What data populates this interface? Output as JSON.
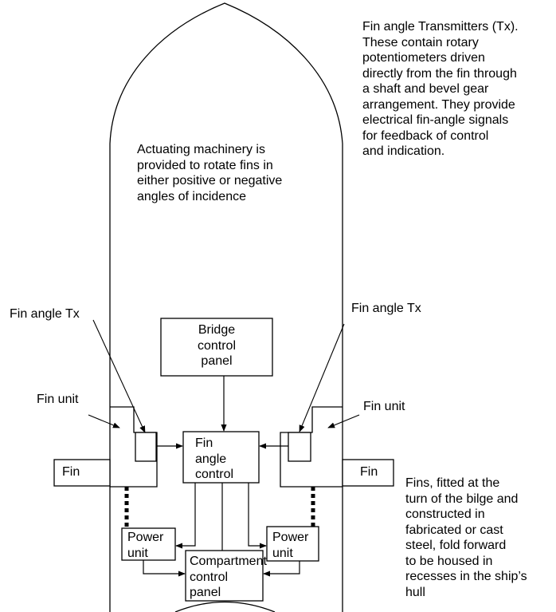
{
  "annotations": {
    "tx_description": "Fin angle Transmitters (Tx).\nThese contain rotary\npotentiometers driven\ndirectly from the fin through\na shaft and bevel gear\narrangement. They provide\nelectrical fin-angle signals\nfor feedback of control\nand indication.",
    "actuating": "Actuating machinery is\nprovided to rotate fins in\neither positive or negative\nangles of incidence",
    "fins_description": "Fins, fitted at the\nturn of the bilge and\nconstructed in\nfabricated or cast\nsteel, fold forward\nto be housed in\nrecesses in the ship’s\nhull"
  },
  "labels": {
    "fin_angle_tx_left": "Fin angle Tx",
    "fin_angle_tx_right": "Fin angle Tx",
    "fin_unit_left": "Fin unit",
    "fin_unit_right": "Fin unit"
  },
  "boxes": {
    "bridge_control_panel": "Bridge\ncontrol\npanel",
    "fin_angle_control": "Fin\nangle\ncontrol",
    "power_unit_left": "Power\nunit",
    "power_unit_right": "Power\nunit",
    "compartment_control_panel": "Compartment\ncontrol\npanel",
    "fin_left": "Fin",
    "fin_right": "Fin"
  },
  "colors": {
    "line": "#000000",
    "background": "#ffffff"
  }
}
